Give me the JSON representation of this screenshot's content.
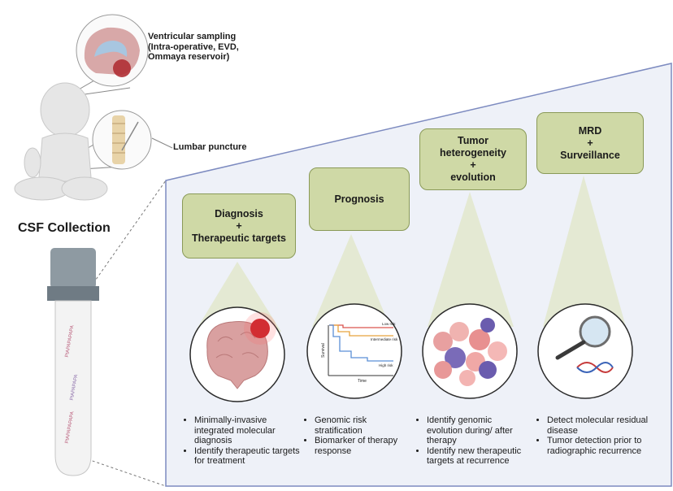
{
  "title": "CSF Collection",
  "sampling": {
    "ventricular": [
      "Ventricular sampling",
      "(Intra-operative, EVD,",
      "Ommaya reservoir)"
    ],
    "lumbar": "Lumbar puncture"
  },
  "boxes": [
    {
      "lines": [
        "Diagnosis",
        "+",
        "Therapeutic targets"
      ]
    },
    {
      "lines": [
        "Prognosis"
      ]
    },
    {
      "lines": [
        "Tumor",
        "heterogeneity",
        "+",
        "evolution"
      ]
    },
    {
      "lines": [
        "MRD",
        "+",
        "Surveillance"
      ]
    }
  ],
  "bullets": [
    [
      "Minimally-invasive integrated molecular diagnosis",
      "Identify therapeutic targets for treatment"
    ],
    [
      "Genomic risk stratification",
      "Biomarker of therapy response"
    ],
    [
      "Identify genomic evolution during/ after therapy",
      "Identify new therapeutic targets at recurrence"
    ],
    [
      "Detect molecular residual disease",
      "Tumor detection prior to radiographic recurrence"
    ]
  ],
  "tube_labels": [
    "PtAPAPAPAPA",
    "PtAPAPAPA",
    "PtAPAPAPAPA"
  ],
  "km_plot": {
    "xlabel": "Time",
    "ylabel": "Survival",
    "series": [
      {
        "name": "Low risk",
        "color": "#d9534f"
      },
      {
        "name": "Intermediate risk",
        "color": "#e8a33d"
      },
      {
        "name": "High risk",
        "color": "#5b8fd6"
      }
    ]
  },
  "colors": {
    "panel": "#eef1f8",
    "panel_border": "#7d8bc0",
    "box": "#cfd9a6"
  }
}
